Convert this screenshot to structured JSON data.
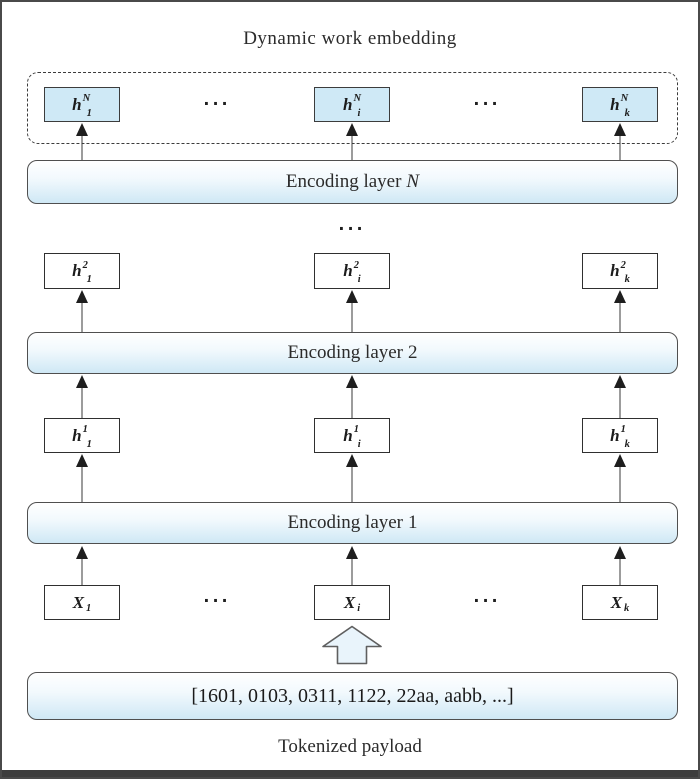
{
  "title": "Dynamic work embedding",
  "ellipsis": "···",
  "nodes": {
    "hN": [
      {
        "base": "h",
        "sup": "N",
        "sub": "1"
      },
      {
        "base": "h",
        "sup": "N",
        "sub": "i"
      },
      {
        "base": "h",
        "sup": "N",
        "sub": "k"
      }
    ],
    "h2": [
      {
        "base": "h",
        "sup": "2",
        "sub": "1"
      },
      {
        "base": "h",
        "sup": "2",
        "sub": "i"
      },
      {
        "base": "h",
        "sup": "2",
        "sub": "k"
      }
    ],
    "h1": [
      {
        "base": "h",
        "sup": "1",
        "sub": "1"
      },
      {
        "base": "h",
        "sup": "1",
        "sub": "i"
      },
      {
        "base": "h",
        "sup": "1",
        "sub": "k"
      }
    ],
    "x": [
      {
        "base": "X",
        "sub": "1"
      },
      {
        "base": "X",
        "sub": "i"
      },
      {
        "base": "X",
        "sub": "k"
      }
    ]
  },
  "layers": {
    "top": {
      "prefix": "Encoding layer",
      "name": "N"
    },
    "middle": {
      "prefix": "Encoding layer",
      "name": "2"
    },
    "bottom": {
      "prefix": "Encoding layer",
      "name": "1"
    }
  },
  "payload": {
    "tokens": "[1601, 0103, 0311, 1122, 22aa, aabb, ...]",
    "caption": "Tokenized payload"
  },
  "colors": {
    "node_fill": "#cfe9f6",
    "layer_gradient_bottom": "#cfe8f5",
    "block_arrow_fill": "#e9f4fb",
    "line": "#3a3a3a"
  }
}
